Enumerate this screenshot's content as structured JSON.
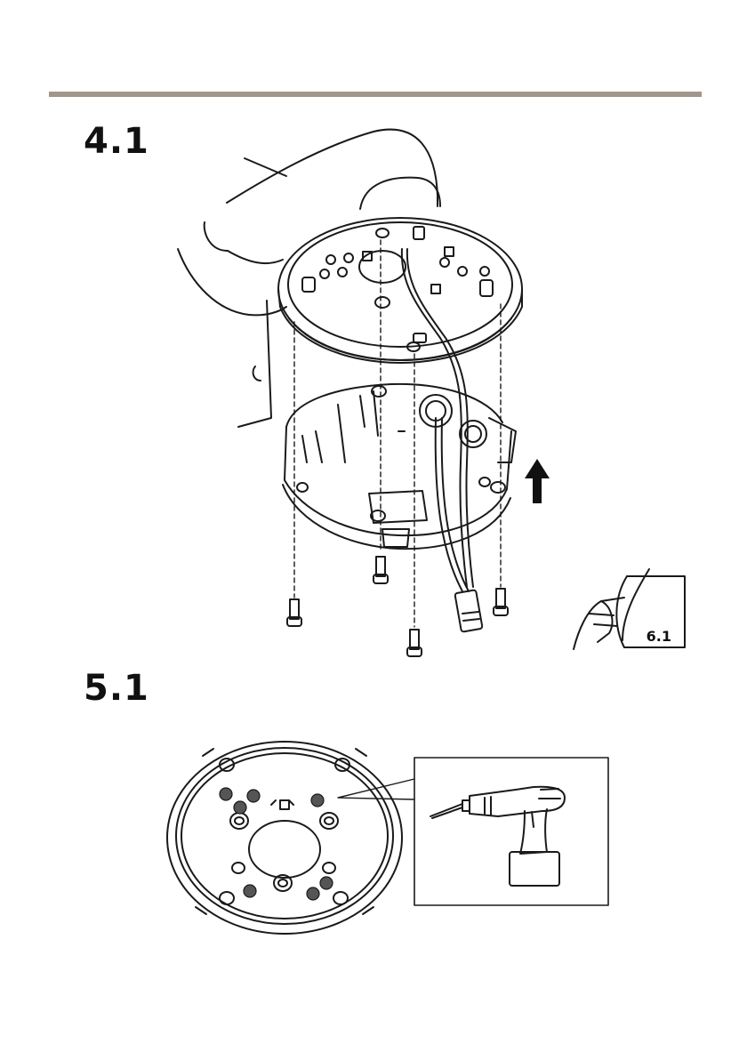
{
  "page": {
    "rule_color": "#a2968b"
  },
  "steps": [
    {
      "number": "4.1"
    },
    {
      "number": "5.1"
    }
  ],
  "page_reference": {
    "label": "6.1"
  },
  "icons": {
    "direction": "arrow-up-icon",
    "page_turn": "page-turn-hand-icon",
    "drill": "drill-icon"
  }
}
